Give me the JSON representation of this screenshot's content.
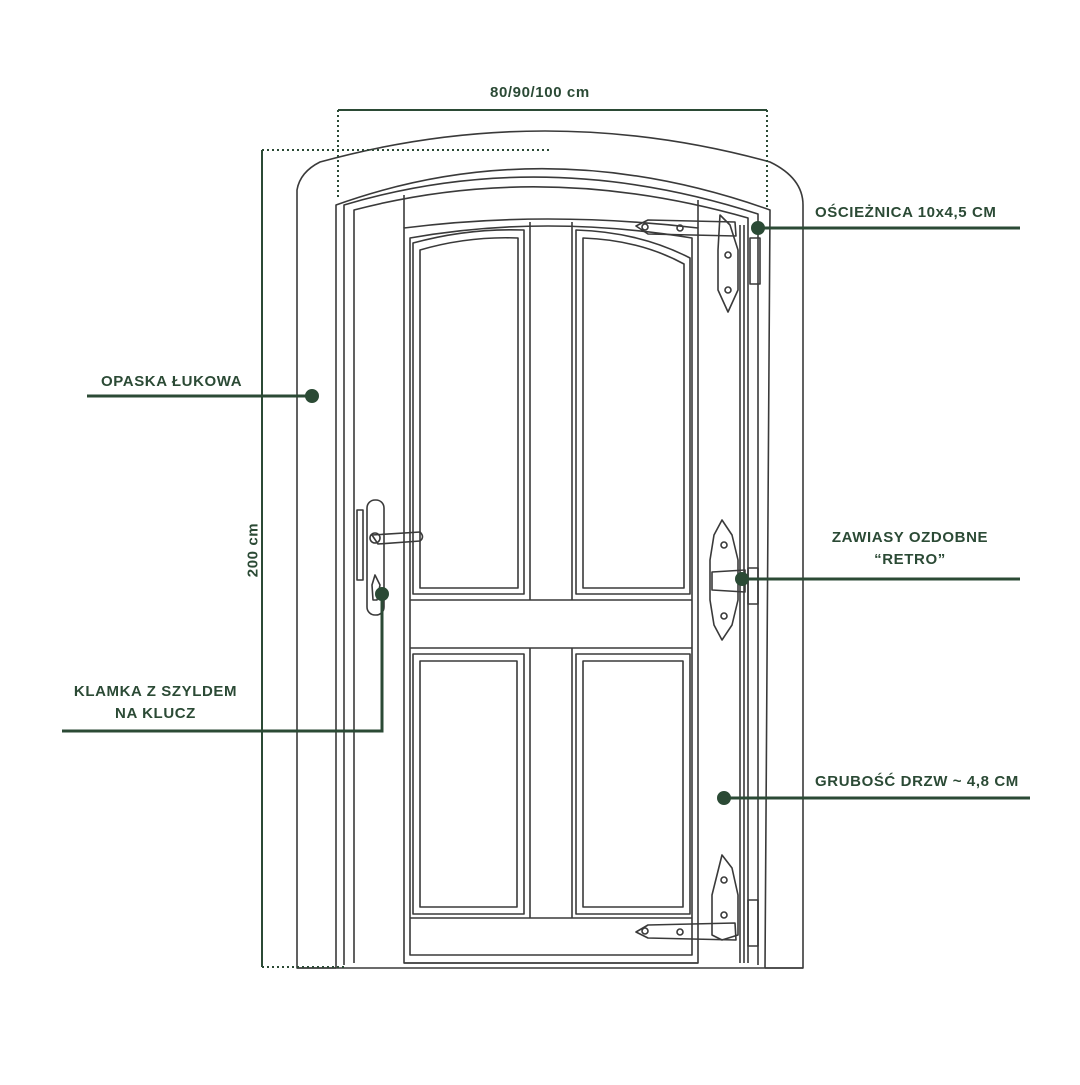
{
  "dimensions": {
    "width_label": "80/90/100 cm",
    "height_label": "200 cm"
  },
  "callouts": {
    "frame": "OŚCIEŻNICA 10x4,5 CM",
    "architrave": "OPASKA ŁUKOWA",
    "hinges_line1": "ZAWIASY OZDOBNE",
    "hinges_line2": "“RETRO”",
    "handle_line1": "KLAMKA Z SZYLDEM",
    "handle_line2": "NA KLUCZ",
    "thickness": "GRUBOŚĆ DRZW ~ 4,8 CM"
  },
  "colors": {
    "accent": "#2b4a35",
    "outline": "#3a3a3a"
  }
}
